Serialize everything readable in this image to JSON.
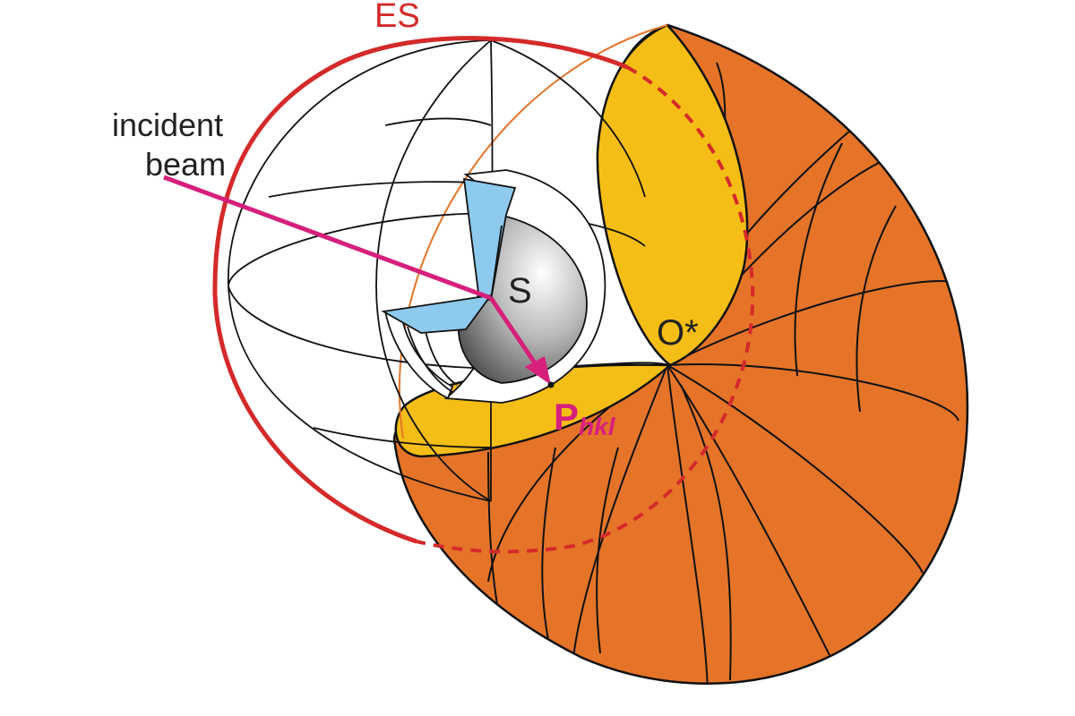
{
  "labels": {
    "es": "ES",
    "incident_line1": "incident",
    "incident_line2": "beam",
    "sample": "S",
    "origin": "O*",
    "point_main": "P",
    "point_sub": "hkl"
  },
  "colors": {
    "ewald_sphere": "#d42a2a",
    "beam": "#d6207c",
    "limiting_sphere": "#e57428",
    "limiting_slice": "#f5be16",
    "crystal_face": "#8ec9ee",
    "outline": "#111111",
    "text": "#222222"
  }
}
